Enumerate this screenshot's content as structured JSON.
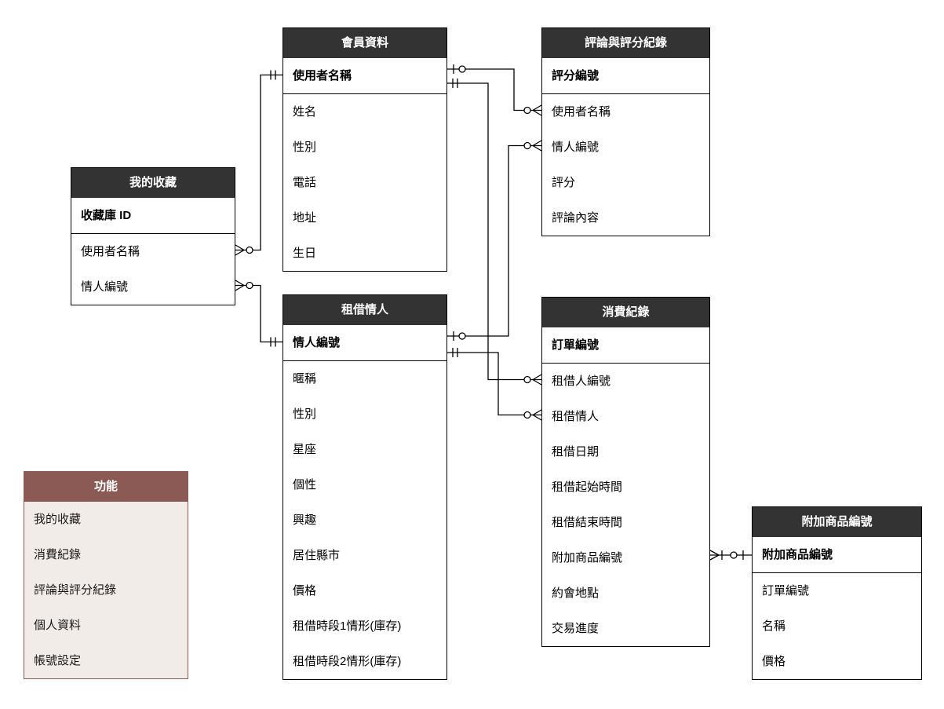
{
  "tables": {
    "member": {
      "title": "會員資料",
      "pk": "使用者名稱",
      "fields": [
        "姓名",
        "性別",
        "電話",
        "地址",
        "生日"
      ]
    },
    "review": {
      "title": "評論與評分紀錄",
      "pk": "評分編號",
      "fields": [
        "使用者名稱",
        "情人編號",
        "評分",
        "評論內容"
      ]
    },
    "favorites": {
      "title": "我的收藏",
      "pk": "收藏庫 ID",
      "fields": [
        "使用者名稱",
        "情人編號"
      ]
    },
    "lover": {
      "title": "租借情人",
      "pk": "情人編號",
      "fields": [
        "暱稱",
        "性別",
        "星座",
        "個性",
        "興趣",
        "居住縣市",
        "價格",
        "租借時段1情形(庫存)",
        "租借時段2情形(庫存)"
      ]
    },
    "orders": {
      "title": "消費紀錄",
      "pk": "訂單編號",
      "fields": [
        "租借人編號",
        "租借情人",
        "租借日期",
        "租借起始時間",
        "租借結束時間",
        "附加商品編號",
        "約會地點",
        "交易進度"
      ]
    },
    "addon": {
      "title": "附加商品編號",
      "pk": "附加商品編號",
      "fields": [
        "訂單編號",
        "名稱",
        "價格"
      ]
    },
    "menu": {
      "title": "功能",
      "items": [
        "我的收藏",
        "消費紀錄",
        "評論與評分紀錄",
        "個人資料",
        "帳號設定"
      ]
    }
  },
  "relationships": [
    {
      "from": "我的收藏.使用者名稱",
      "to": "會員資料.使用者名稱"
    },
    {
      "from": "我的收藏.情人編號",
      "to": "租借情人.情人編號"
    },
    {
      "from": "會員資料.使用者名稱",
      "to": "評論與評分紀錄.使用者名稱"
    },
    {
      "from": "會員資料.使用者名稱",
      "to": "消費紀錄.租借人編號"
    },
    {
      "from": "租借情人.情人編號",
      "to": "評論與評分紀錄.情人編號"
    },
    {
      "from": "租借情人.情人編號",
      "to": "消費紀錄.租借情人"
    },
    {
      "from": "消費紀錄.附加商品編號",
      "to": "附加商品編號.附加商品編號"
    }
  ],
  "colors": {
    "entity_header_bg": "#333333",
    "entity_header_text": "#ffffff",
    "menu_header_bg": "#8c5a55",
    "menu_bg": "#f2ece8",
    "line": "#000000",
    "canvas_bg": "#ffffff"
  }
}
